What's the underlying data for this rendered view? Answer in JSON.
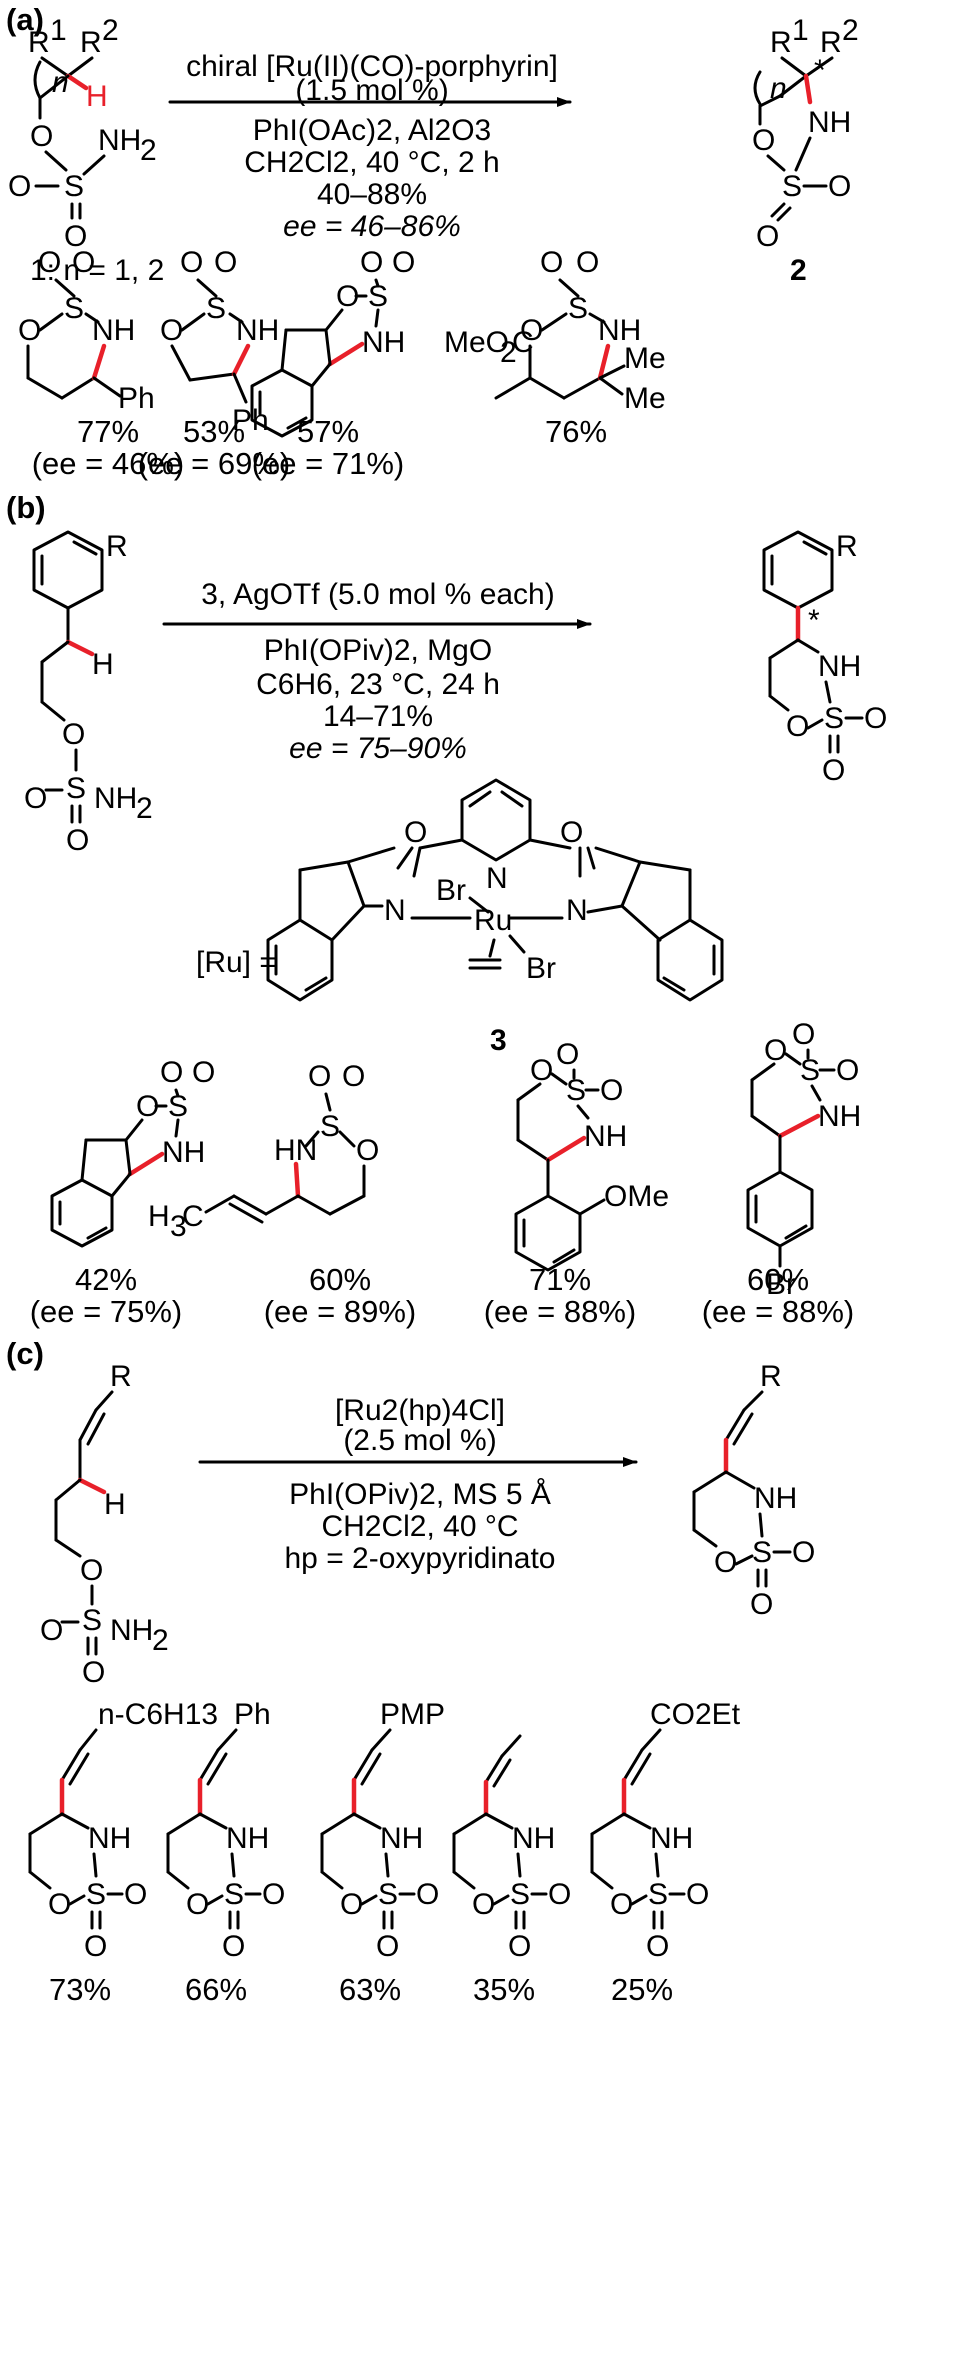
{
  "colors": {
    "ink": "#000000",
    "highlight_bond": "#e8202a"
  },
  "panel_a": {
    "label": "(a)",
    "sm_label": "1: n = 1, 2",
    "product_label": "2",
    "conditions": [
      "chiral [Ru(II)(CO)-porphyrin]",
      "(1.5 mol %)",
      "PhI(OAc)2, Al2O3",
      "CH2Cl2, 40 °C, 2 h",
      "40–88%",
      "ee = 46–86%"
    ],
    "examples": [
      {
        "yield": "77%",
        "ee": "(ee = 46%)"
      },
      {
        "yield": "53%",
        "ee": "(ee = 69%)"
      },
      {
        "yield": "57%",
        "ee": "(ee = 71%)"
      },
      {
        "yield": "76%",
        "ee": ""
      }
    ]
  },
  "panel_b": {
    "label": "(b)",
    "conditions": [
      "3, AgOTf (5.0 mol % each)",
      "PhI(OPiv)2, MgO",
      "C6H6, 23 °C, 24 h",
      "14–71%",
      "ee = 75–90%"
    ],
    "catalyst_prefix": "[Ru] =",
    "catalyst_label": "3",
    "examples": [
      {
        "yield": "42%",
        "ee": "(ee = 75%)"
      },
      {
        "yield": "60%",
        "ee": "(ee = 89%)"
      },
      {
        "yield": "71%",
        "ee": "(ee = 88%)"
      },
      {
        "yield": "60%",
        "ee": "(ee = 88%)"
      }
    ]
  },
  "panel_c": {
    "label": "(c)",
    "conditions": [
      "[Ru2(hp)4Cl]",
      "(2.5 mol %)",
      "PhI(OPiv)2, MS 5 Å",
      "CH2Cl2, 40 °C",
      "hp = 2-oxypyridinato"
    ],
    "examples": [
      {
        "substituent": "n-C6H13",
        "yield": "73%"
      },
      {
        "substituent": "Ph",
        "yield": "66%"
      },
      {
        "substituent": "PMP",
        "yield": "63%"
      },
      {
        "substituent": "",
        "yield": "35%"
      },
      {
        "substituent": "CO2Et",
        "yield": "25%"
      }
    ]
  }
}
